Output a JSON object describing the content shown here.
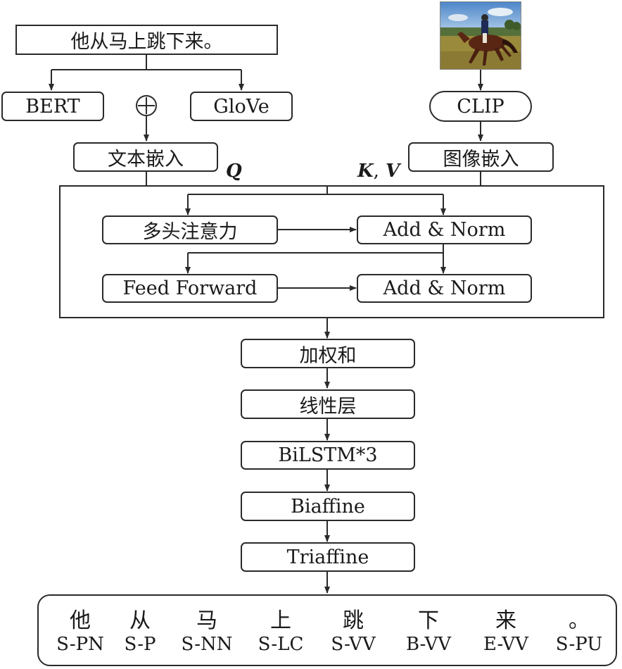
{
  "input_sentence": "他从马上跳下来。",
  "embeddings": {
    "bert": "BERT",
    "glove": "GloVe",
    "plus_symbol": "⊕",
    "text_embedding": "文本嵌入",
    "clip": "CLIP",
    "image_embedding": "图像嵌入"
  },
  "attention_labels": {
    "q": "Q",
    "k": "K",
    "comma": ",",
    "v": "V"
  },
  "transformer": {
    "multi_head_attention": "多头注意力",
    "add_norm_1": "Add & Norm",
    "feed_forward": "Feed Forward",
    "add_norm_2": "Add & Norm"
  },
  "pipeline": {
    "weighted_sum": "加权和",
    "linear_layer": "线性层",
    "bilstm": "BiLSTM*3",
    "biaffine": "Biaffine",
    "triaffine": "Triaffine"
  },
  "output_tokens": [
    {
      "char": "他",
      "tag": "S-PN"
    },
    {
      "char": "从",
      "tag": "S-P"
    },
    {
      "char": "马",
      "tag": "S-NN"
    },
    {
      "char": "上",
      "tag": "S-LC"
    },
    {
      "char": "跳",
      "tag": "S-VV"
    },
    {
      "char": "下",
      "tag": "B-VV"
    },
    {
      "char": "来",
      "tag": "E-VV"
    },
    {
      "char": "。",
      "tag": "S-PU"
    }
  ],
  "image_description_icon": "horse-rider-photo"
}
